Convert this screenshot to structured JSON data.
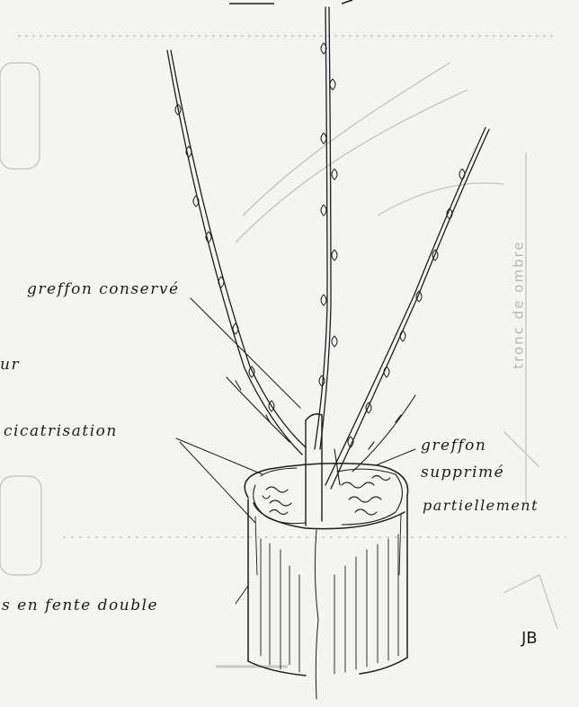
{
  "labels": {
    "greffon_conserve": "greffon conservé",
    "ur": "ur",
    "cicatrisation": "cicatrisation",
    "greffon": "greffon",
    "supprime": "supprimé",
    "partiellement": "partiellement",
    "fente_double": "s en fente double",
    "signature": "JB"
  },
  "bleed_through": {
    "vertical_text": "tronc de ombre"
  },
  "colors": {
    "ink": "#1c1c1c",
    "paper": "#f4f4f2",
    "ghost": "#b8b8b4"
  }
}
